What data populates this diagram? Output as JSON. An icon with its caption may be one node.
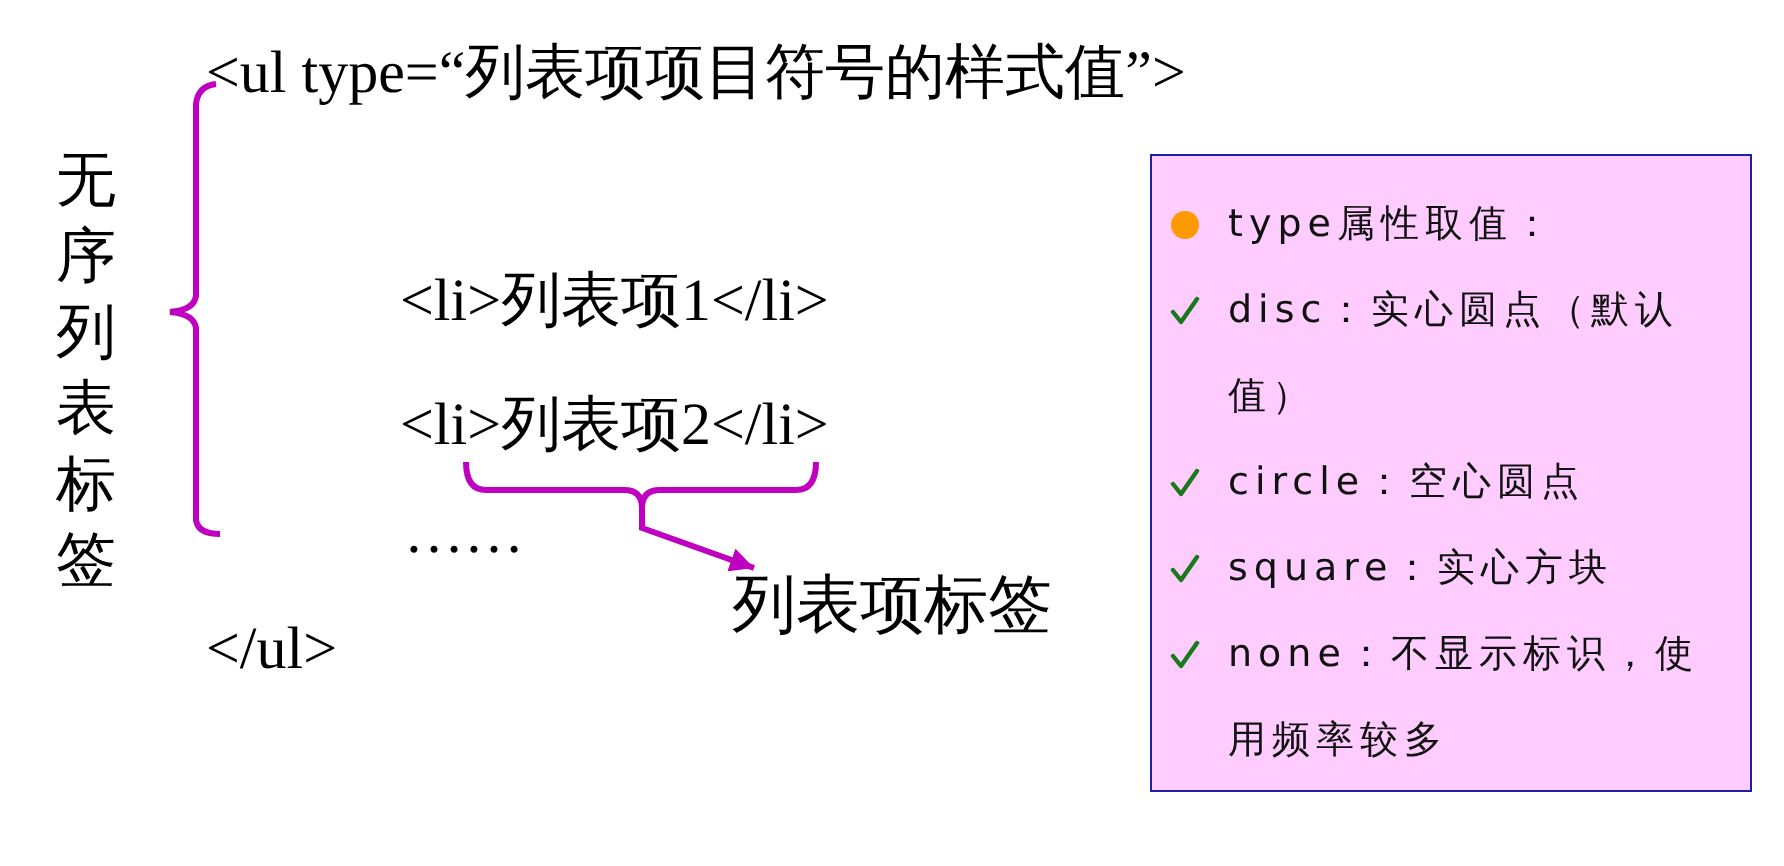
{
  "diagram": {
    "nodes": [
      {
        "text": [
          "<li>列表项2</li>"
        ]
      },
      {
        "text": [
          "列表项标签"
        ]
      },
      {
        "text": [
          "type属性取值：",
          "disc：实心圆点（默认值）",
          "circle：空心圆点",
          "square：实心方块",
          "none：不显示标识，使用频率较多"
        ]
      }
    ],
    "edges": [
      {
        "from": 0,
        "to": 1,
        "arrow": "to"
      }
    ],
    "labels": [
      "<ul type=“列表项项目符号的样式值”>",
      "无序列表标签",
      "<li>列表项1</li>",
      "……",
      "</ul>"
    ]
  }
}
